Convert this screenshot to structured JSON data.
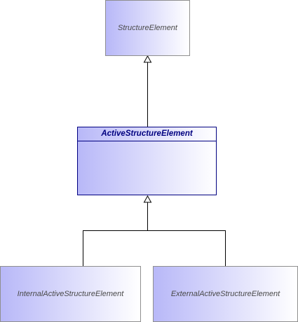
{
  "diagram": {
    "parent": {
      "name": "StructureElement"
    },
    "focus": {
      "name": "ActiveStructureElement"
    },
    "children": [
      {
        "name": "InternalActiveStructureElement"
      },
      {
        "name": "ExternalActiveStructureElement"
      }
    ]
  },
  "colors": {
    "focus_border": "#000080",
    "focus_text": "#000080",
    "other_border": "#8f8f8f",
    "other_text": "#4a4a4a",
    "fill_start": "#b8b8f8",
    "fill_end": "#ffffff"
  }
}
